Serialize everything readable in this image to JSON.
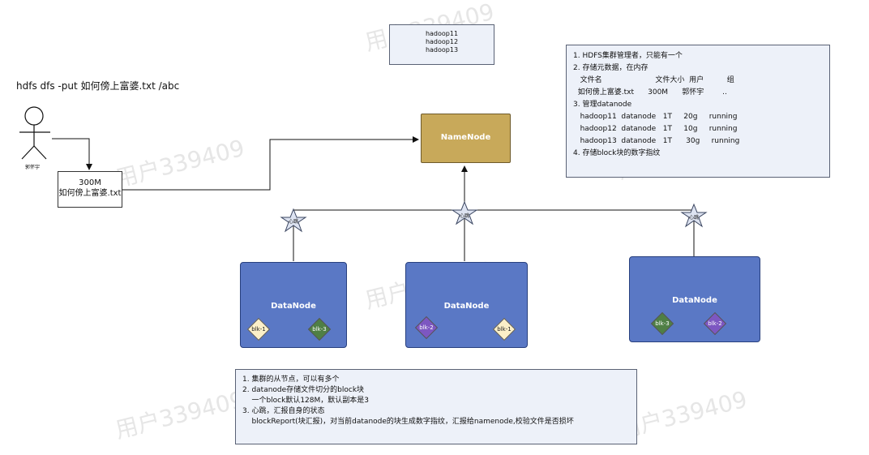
{
  "watermark": "用户339409",
  "hosts": [
    "hadoop11",
    "hadoop12",
    "hadoop13"
  ],
  "command": "hdfs dfs -put 如何傍上富婆.txt   /abc",
  "user_label": "郭怀宇",
  "file_box": {
    "size": "300M",
    "name": "如何傍上富婆.txt"
  },
  "namenode_label": "NameNode",
  "datanode_label": "DataNode",
  "heartbeat_label": "心跳",
  "datanodes": [
    {
      "blocks": [
        {
          "label": "blk-1",
          "color": "#fbefc8"
        },
        {
          "label": "blk-3",
          "color": "#4f7f45"
        }
      ]
    },
    {
      "blocks": [
        {
          "label": "blk-2",
          "color": "#7d57c1"
        },
        {
          "label": "blk-1",
          "color": "#fbefc8"
        }
      ]
    },
    {
      "blocks": [
        {
          "label": "blk-3",
          "color": "#4f7f45"
        },
        {
          "label": "blk-2",
          "color": "#7d57c1"
        }
      ]
    }
  ],
  "namenode_note": [
    "1. HDFS集群管理者，只能有一个",
    "2. 存储元数据，在内存",
    "   文件名                       文件大小  用户          组",
    "  如何傍上富婆.txt      300M      郭怀宇        ..",
    "3. 管理datanode",
    "   hadoop11  datanode   1T     20g     running",
    "   hadoop12  datanode   1T     10g     running",
    "   hadoop13  datanode   1T      30g     running",
    "4. 存储block块的数字指纹"
  ],
  "datanode_note": [
    "1. 集群的从节点，可以有多个",
    "2. datanode存储文件切分的block块",
    "    一个block默认128M，默认副本是3",
    "3. 心跳，汇报自身的状态",
    "    blockReport(块汇报)，对当前datanode的块生成数字指纹，汇报给namenode,校验文件是否损坏"
  ],
  "colors": {
    "namenode": "#c8a95a",
    "datanode": "#5a78c5",
    "note_bg": "#edf1f9",
    "star": "#dde3f1"
  }
}
